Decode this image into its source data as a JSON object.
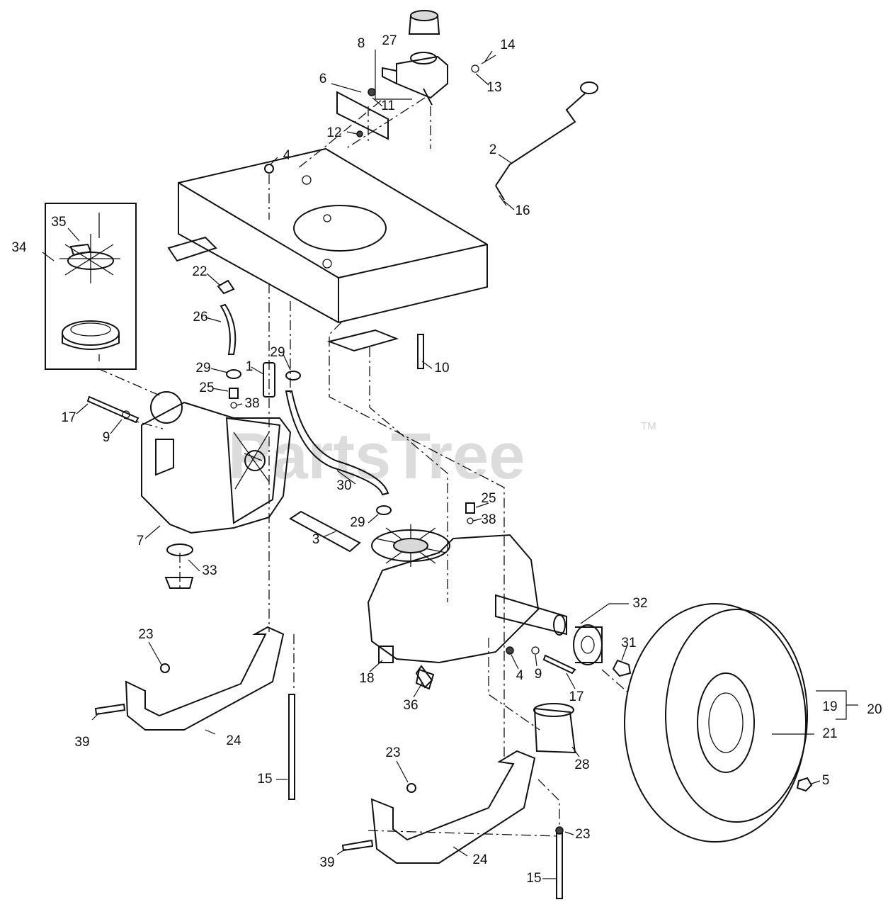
{
  "watermark": {
    "brand": "PartsTree",
    "trademark": "TM"
  },
  "part_labels": [
    "1",
    "2",
    "3",
    "4",
    "4",
    "5",
    "6",
    "7",
    "8",
    "9",
    "9",
    "10",
    "11",
    "12",
    "13",
    "14",
    "15",
    "15",
    "16",
    "17",
    "17",
    "18",
    "19",
    "20",
    "21",
    "22",
    "23",
    "23",
    "23",
    "24",
    "24",
    "25",
    "25",
    "26",
    "27",
    "28",
    "29",
    "29",
    "29",
    "30",
    "31",
    "32",
    "33",
    "34",
    "35",
    "36",
    "38",
    "38",
    "39",
    "39"
  ],
  "colors": {
    "line": "#111111",
    "background": "#ffffff",
    "watermark": "#dcdcdc"
  }
}
